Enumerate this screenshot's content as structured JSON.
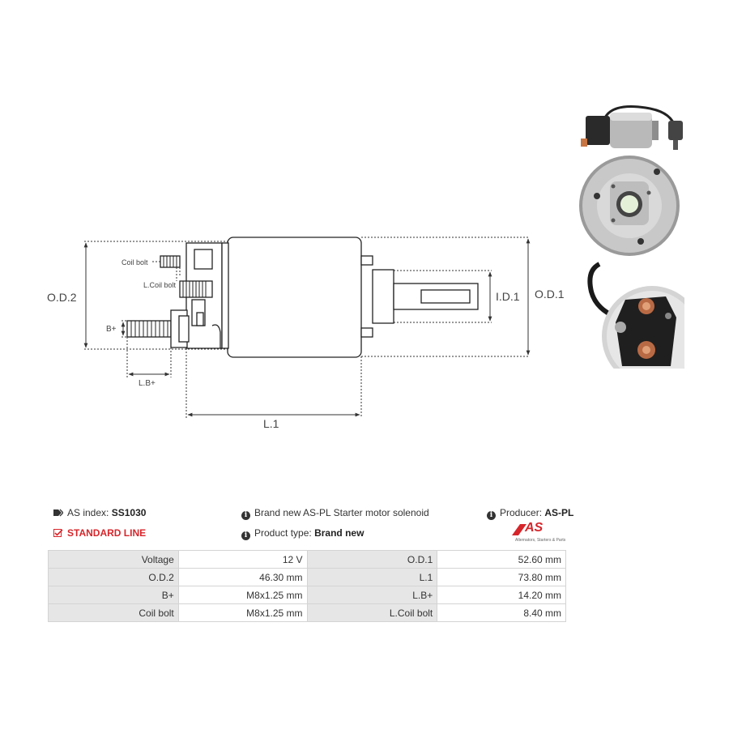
{
  "diagram": {
    "labels": {
      "od2": "O.D.2",
      "od1": "O.D.1",
      "id1": "I.D.1",
      "l1": "L.1",
      "lb": "L.B+",
      "bplus": "B+",
      "coil_bolt": "Coil bolt",
      "l_coil_bolt": "L.Coil bolt"
    }
  },
  "info": {
    "as_index_label": "AS index:",
    "as_index_value": "SS1030",
    "standard_line": "STANDARD LINE",
    "description": "Brand new AS-PL Starter motor solenoid",
    "product_type_label": "Product type:",
    "product_type_value": "Brand new",
    "producer_label": "Producer:",
    "producer_value": "AS-PL"
  },
  "logo": {
    "mark": "AS",
    "tagline": "Alternators, Starters & Parts"
  },
  "specs": [
    [
      "Voltage",
      "12 V",
      "O.D.1",
      "52.60 mm"
    ],
    [
      "O.D.2",
      "46.30 mm",
      "L.1",
      "73.80 mm"
    ],
    [
      "B+",
      "M8x1.25 mm",
      "L.B+",
      "14.20 mm"
    ],
    [
      "Coil bolt",
      "M8x1.25 mm",
      "L.Coil bolt",
      "8.40 mm"
    ]
  ]
}
